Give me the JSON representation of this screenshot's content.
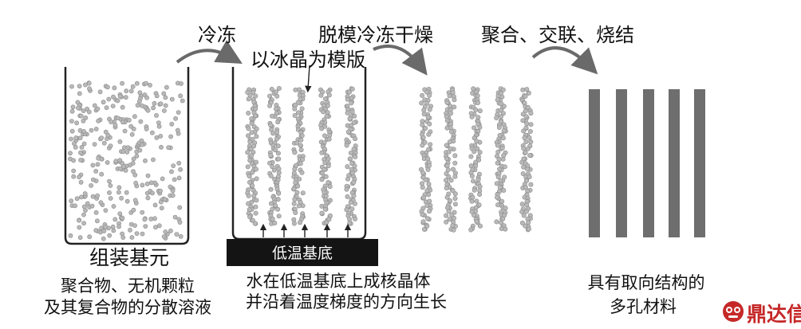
{
  "labels": {
    "step1_arrow": "冷冻",
    "step2_arrow": "脱模冷冻干燥",
    "step2_note": "以冰晶为模版",
    "step3_arrow": "聚合、交联、烧结",
    "stage1_title": "组装基元",
    "stage1_desc_line1": "聚合物、无机颗粒",
    "stage1_desc_line2": "及其复合物的分散溶液",
    "substrate_label": "低温基底",
    "stage2_desc_line1": "水在低温基底上成核晶体",
    "stage2_desc_line2": "并沿着温度梯度的方向生长",
    "stage4_desc_line1": "具有取向结构的",
    "stage4_desc_line2": "多孔材料"
  },
  "brand": {
    "text": "鼎达信",
    "color": "#c62828"
  },
  "colors": {
    "particle": "#b9b9b9",
    "particle_stroke": "#8a8a8a",
    "bar": "#6e6e6e",
    "substrate": "#141414",
    "arrow": "#6a6a6a"
  }
}
